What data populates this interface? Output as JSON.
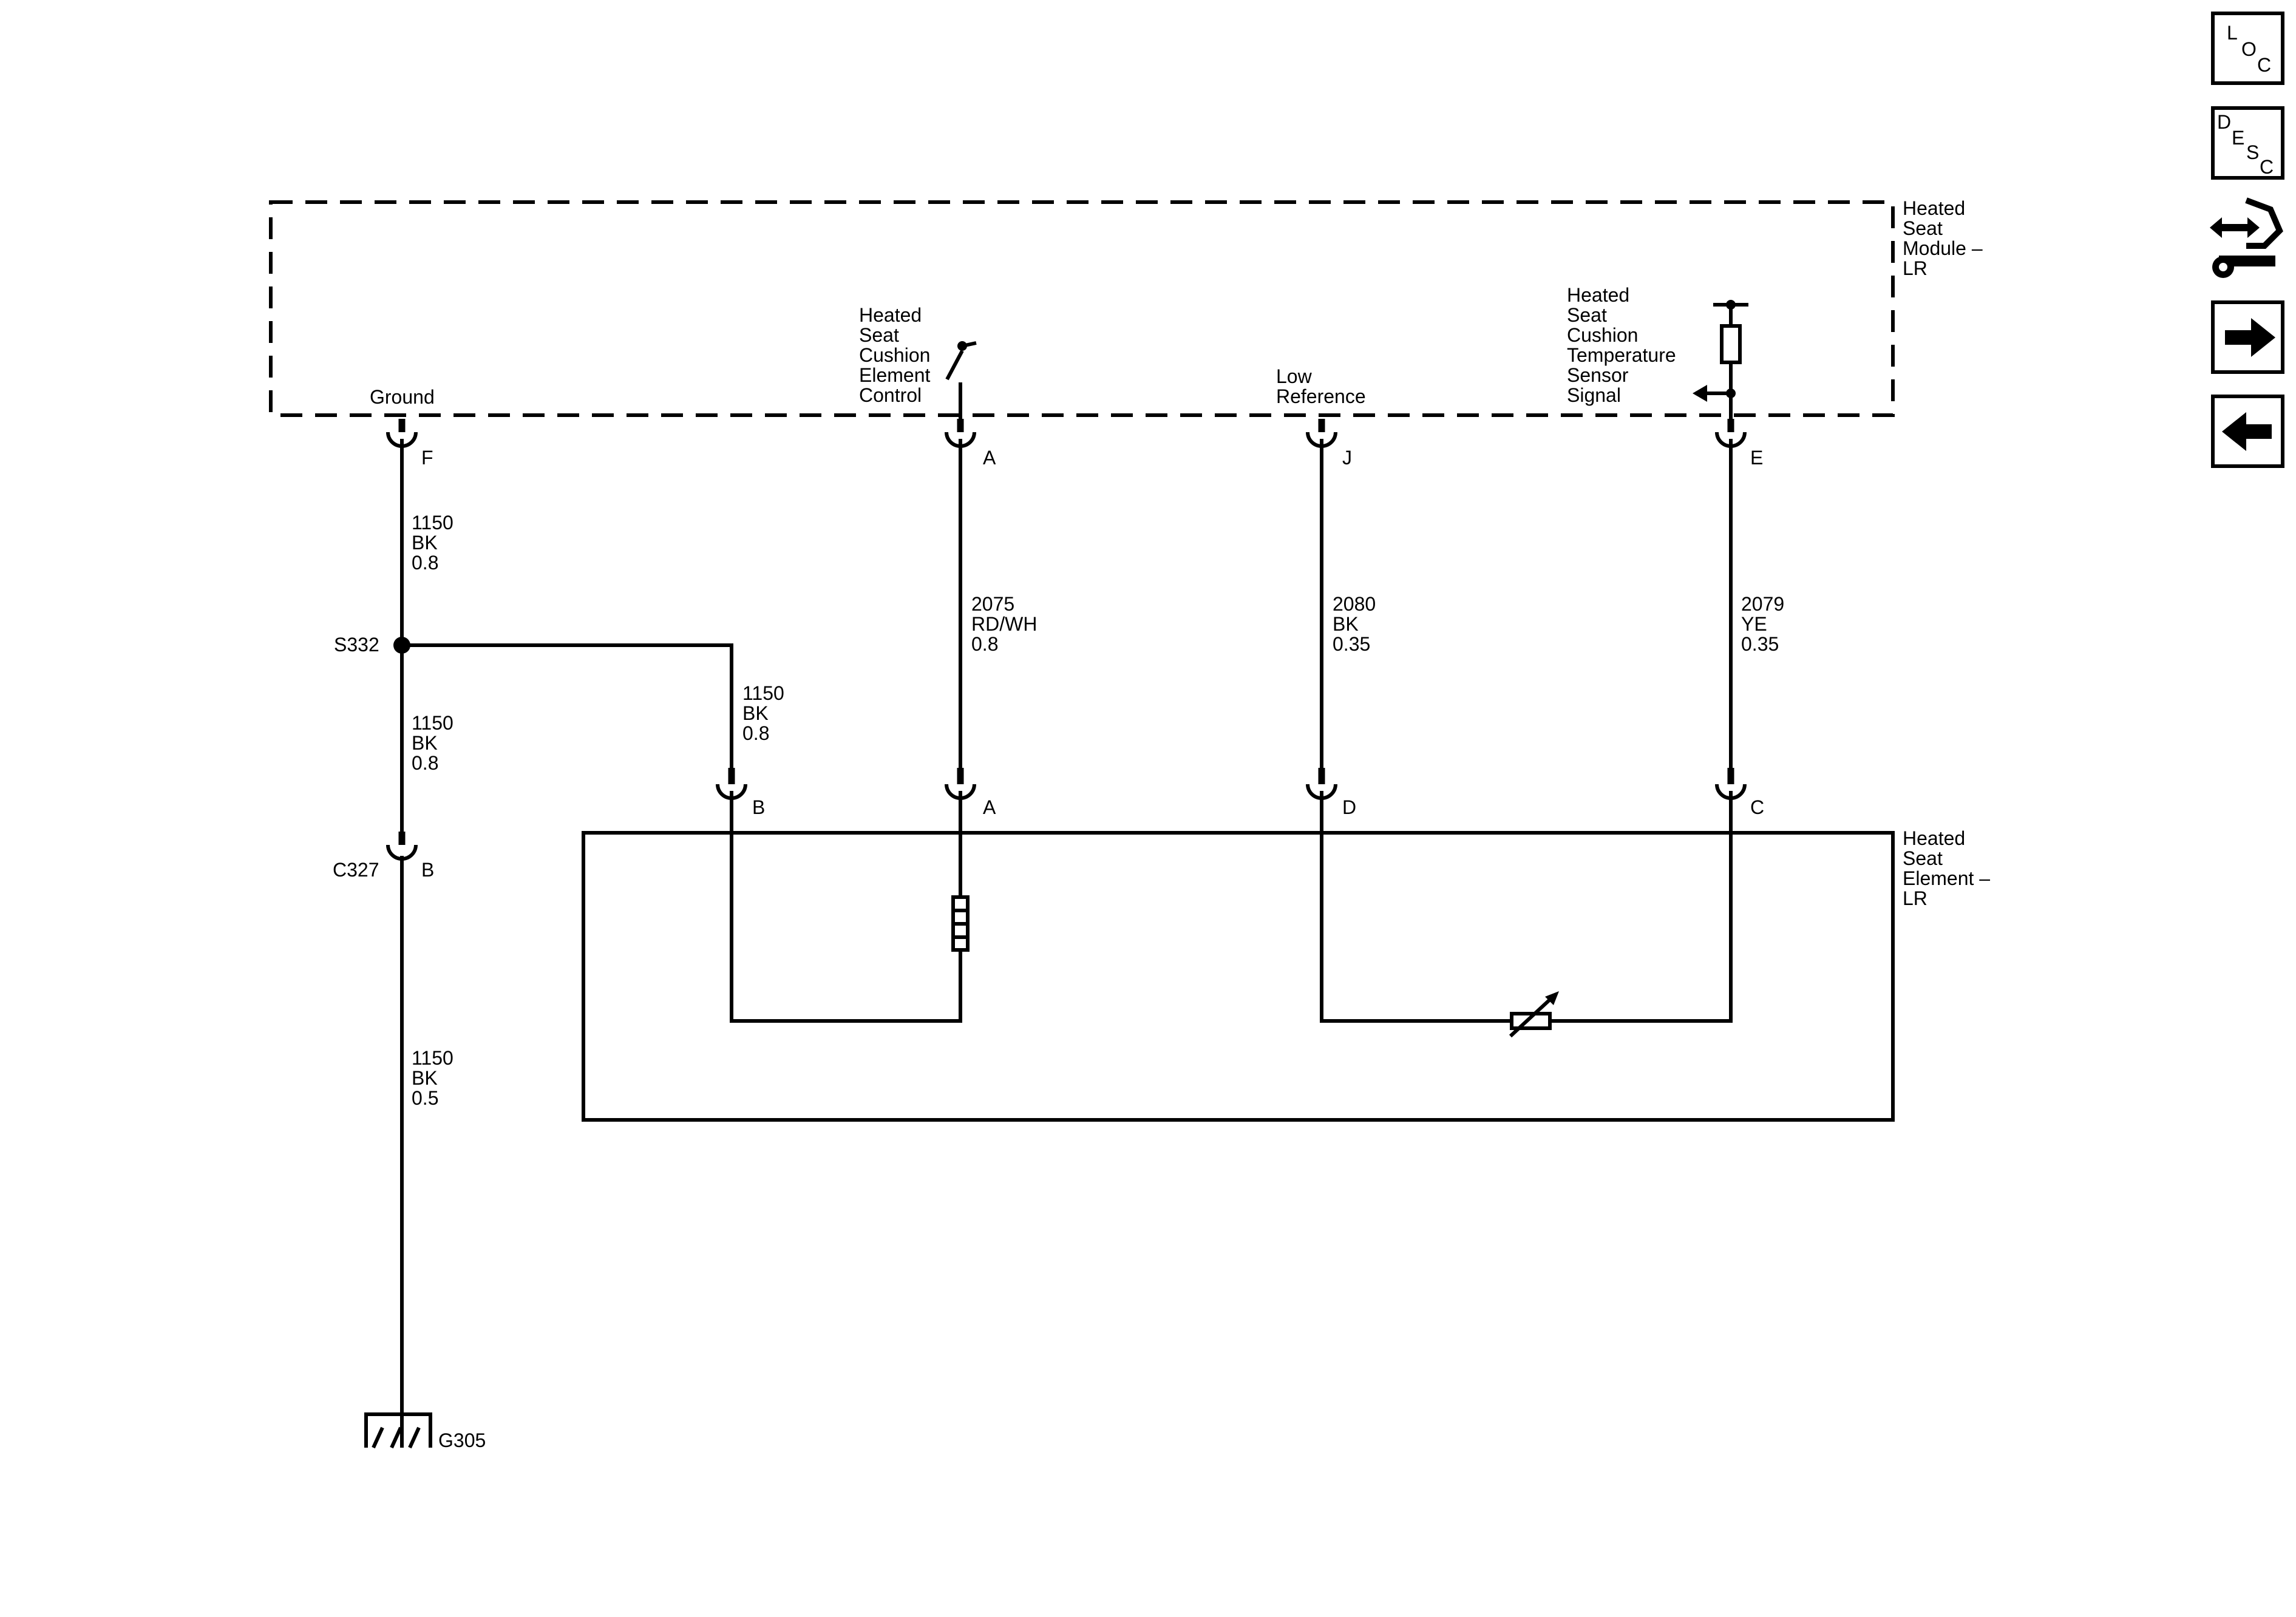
{
  "modules": {
    "module": "Heated Seat Module – LR",
    "element": "Heated Seat Element – LR"
  },
  "module_labels": {
    "ground": "Ground",
    "element_control": "Heated Seat Cushion Element Control",
    "low_reference": "Low Reference",
    "temp_sensor": "Heated Seat Cushion Temperature Sensor Signal"
  },
  "pins": {
    "mod_f": "F",
    "mod_a": "A",
    "mod_j": "J",
    "mod_e": "E",
    "el_b": "B",
    "el_a": "A",
    "el_d": "D",
    "el_c": "C",
    "c327": "B"
  },
  "wires": {
    "ground_upper": [
      "1150",
      "BK",
      "0.8"
    ],
    "ground_middle": [
      "1150",
      "BK",
      "0.8"
    ],
    "ground_lower": [
      "1150",
      "BK",
      "0.5"
    ],
    "splice_branch": [
      "1150",
      "BK",
      "0.8"
    ],
    "control": [
      "2075",
      "RD/WH",
      "0.8"
    ],
    "low_ref": [
      "2080",
      "BK",
      "0.35"
    ],
    "temp_signal": [
      "2079",
      "YE",
      "0.35"
    ]
  },
  "components": {
    "splice": "S332",
    "connector": "C327",
    "ground": "G305"
  },
  "side_nav": {
    "loc": [
      "L",
      "O",
      "C"
    ],
    "desc": [
      "D",
      "E",
      "S",
      "C"
    ]
  }
}
